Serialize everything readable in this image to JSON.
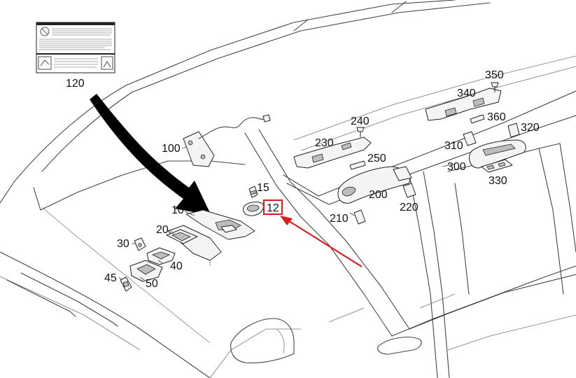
{
  "labels": {
    "p120": "120",
    "p100": "100",
    "p15": "15",
    "p12": "12",
    "p10": "10",
    "p20": "20",
    "p30": "30",
    "p40": "40",
    "p45": "45",
    "p50": "50",
    "p240": "240",
    "p230": "230",
    "p250": "250",
    "p200": "200",
    "p210": "210",
    "p220": "220",
    "p350": "350",
    "p340": "340",
    "p360": "360",
    "p320": "320",
    "p310": "310",
    "p300": "300",
    "p330": "330"
  },
  "highlight": {
    "label": "12",
    "box_color": "#e0181b",
    "arrow_color": "#e0181b"
  },
  "colors": {
    "line": "#444444",
    "text": "#111111",
    "big_arrow": "#000000"
  },
  "icons": {
    "airbag_label_warning": "no-child-seat-airbag-icon",
    "airbag_label_seat": "seat-airbag-icon"
  }
}
